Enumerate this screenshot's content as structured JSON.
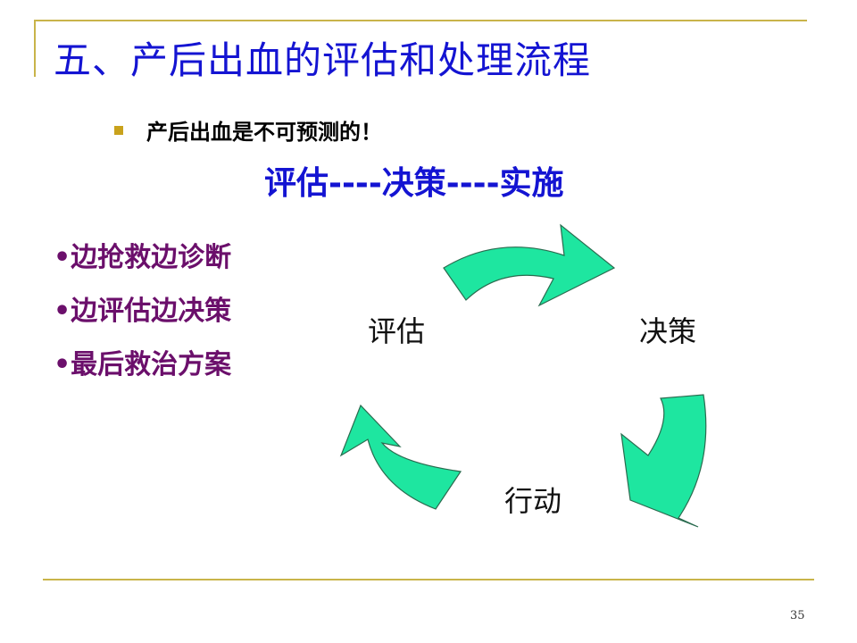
{
  "slide": {
    "title": "五、产后出血的评估和处理流程",
    "bullet": "产后出血是不可预测的！",
    "subtitle": "评估----决策----实施",
    "points": [
      "•边抢救边诊断",
      "•边评估边决策",
      "•最后救治方案"
    ],
    "cycle": {
      "assess": "评估",
      "decide": "决策",
      "act": "行动"
    },
    "page_number": "35"
  },
  "colors": {
    "title": "#1414d2",
    "points": "#6b0f6b",
    "arrow_fill": "#1ee6a0",
    "arrow_stroke": "#2a6b4f",
    "rule": "#c9b44a",
    "bullet_square": "#c9a21c"
  }
}
